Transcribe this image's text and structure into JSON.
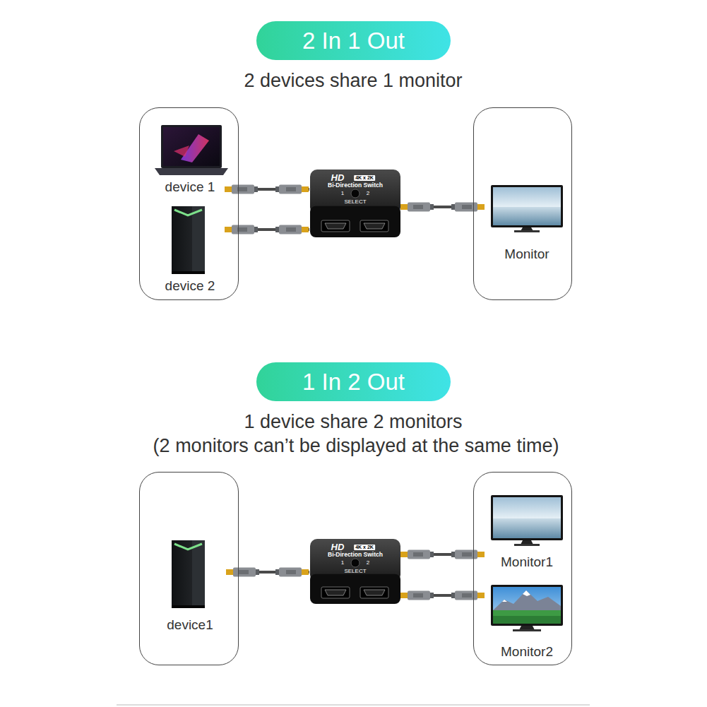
{
  "diagram": {
    "nodes": [
      {
        "text": [
          "2 In 1 Out"
        ]
      },
      {
        "text": [
          "device 1",
          "device 2"
        ]
      },
      {
        "text": [
          "HD",
          "4K x 2K",
          "Bi-Direction Switch",
          "1",
          "2",
          "SELECT"
        ]
      },
      {
        "text": [
          "Monitor"
        ]
      },
      {
        "text": [
          "1 In 2 Out"
        ]
      },
      {
        "text": [
          "device1"
        ]
      },
      {
        "text": [
          "HD",
          "4K x 2K",
          "Bi-Direction Switch",
          "1",
          "2",
          "SELECT"
        ]
      },
      {
        "text": [
          "Monitor1",
          "Monitor2"
        ]
      }
    ],
    "edges": [
      {
        "from": 1,
        "to": 2,
        "arrow": "none"
      },
      {
        "from": 1,
        "to": 2,
        "arrow": "none"
      },
      {
        "from": 2,
        "to": 3,
        "arrow": "none"
      },
      {
        "from": 5,
        "to": 6,
        "arrow": "none"
      },
      {
        "from": 6,
        "to": 7,
        "arrow": "none"
      },
      {
        "from": 6,
        "to": 7,
        "arrow": "none"
      }
    ],
    "labels": [
      "2 devices share 1 monitor",
      "1 device share 2 monitors",
      "(2 monitors can’t be displayed at the same time)"
    ]
  }
}
